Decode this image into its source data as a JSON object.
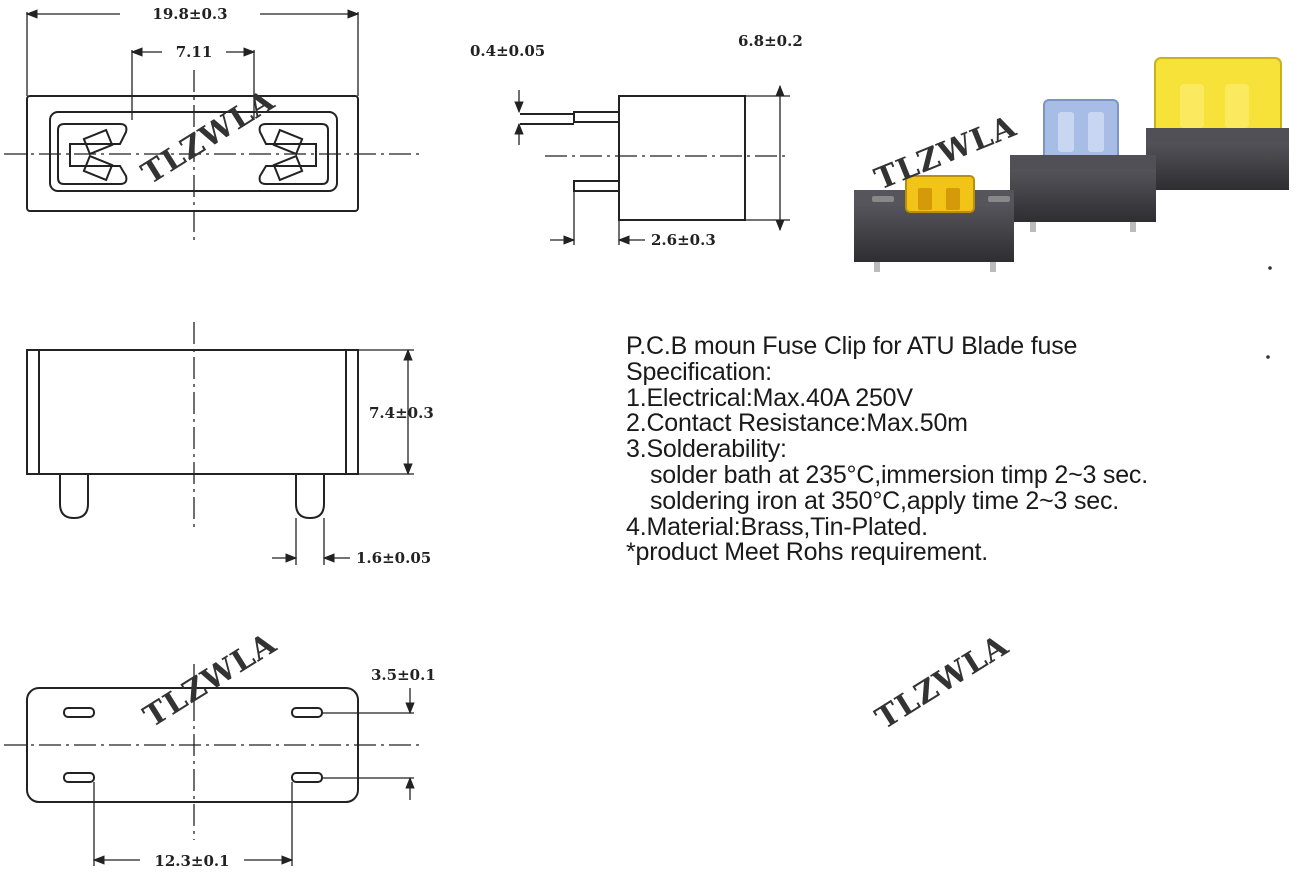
{
  "dimensions": {
    "top_width": "19.8±0.3",
    "inner_span": "7.11",
    "pin_thickness": "0.4±0.05",
    "height_side": "6.8±0.2",
    "pin_offset": "2.6±0.3",
    "front_height": "7.4±0.3",
    "pin_diameter": "1.6±0.05",
    "slot_spacing_v": "3.5±0.1",
    "slot_spacing_h": "12.3±0.1"
  },
  "watermark": "TLZWLA",
  "product_photo": {
    "fuse_colors": [
      "#f2c417",
      "#a8bde6",
      "#f6e238"
    ],
    "holder_color": "#3a3a3e"
  },
  "spec": {
    "title": "P.C.B moun Fuse Clip for ATU Blade fuse",
    "heading": "Specification:",
    "item1": "1.Electrical:Max.40A 250V",
    "item2": "2.Contact Resistance:Max.50m",
    "item3": "3.Solderability:",
    "item3a": "solder bath at 235°C,immersion timp 2~3 sec.",
    "item3b": "soldering iron at 350°C,apply time 2~3 sec.",
    "item4": "4.Material:Brass,Tin-Plated.",
    "note": "*product Meet Rohs requirement."
  }
}
